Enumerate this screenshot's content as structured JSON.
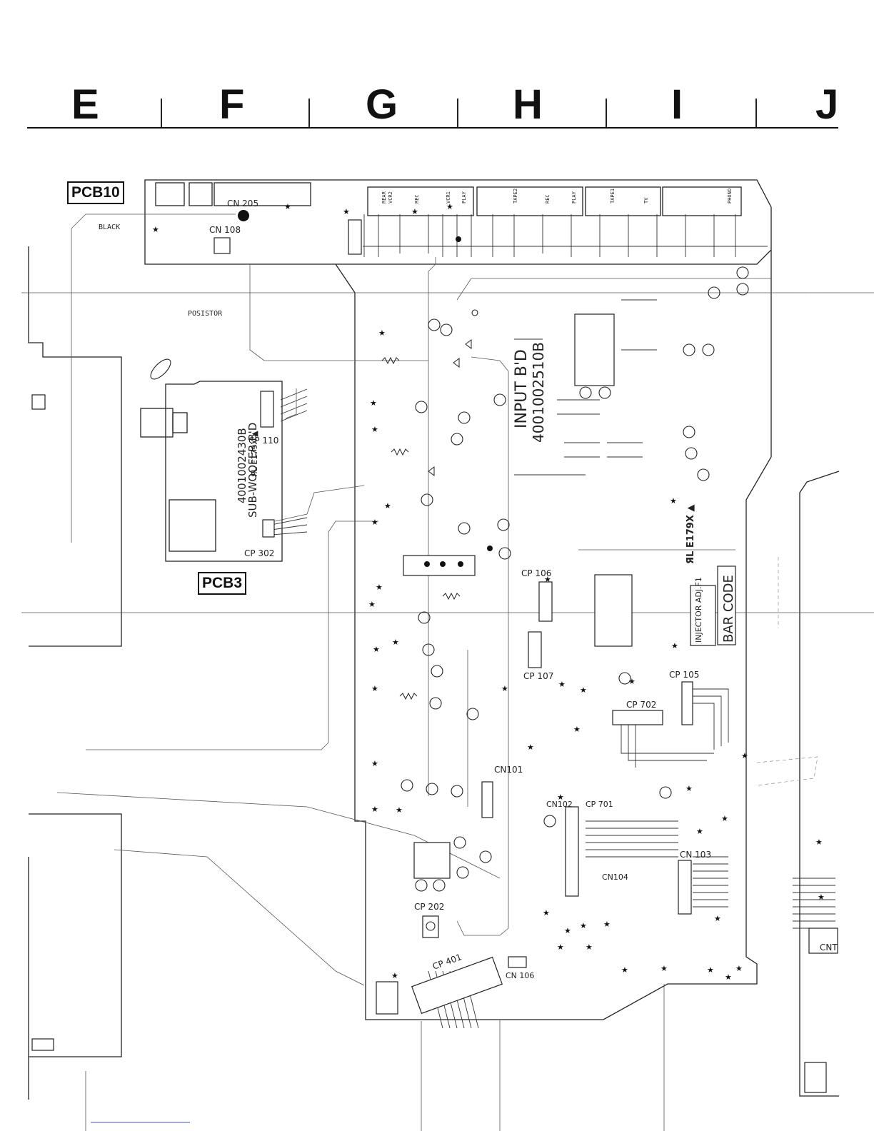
{
  "column_letters": [
    "E",
    "F",
    "G",
    "H",
    "I",
    "J"
  ],
  "boards": {
    "pcb10": "PCB10",
    "pcb3": "PCB3"
  },
  "labels": {
    "black": "BLACK",
    "posistor": "POSISTOR",
    "input_bd": "INPUT B'D",
    "input_bd_no": "4001002510B",
    "sub_woofer_bd": "SUB-WOOFER B'D",
    "sub_woofer_no": "4001002430B",
    "ul_mark_1": "ЯL E179X ▲",
    "ul_mark_2": "ЯL E179X ▲",
    "bar_code": "BAR CODE",
    "inj_label": "INJECTOR ADJ.F1"
  },
  "connectors": {
    "cn205": "CN 205",
    "cn108": "CN 108",
    "cp110": "CP 110",
    "cp302": "CP 302",
    "cp106": "CP 106",
    "cp107": "CP 107",
    "cp105": "CP 105",
    "cp702": "CP 702",
    "cn101": "CN101",
    "cn102": "CN102",
    "cp701": "CP 701",
    "cn103": "CN 103",
    "cn104": "CN104",
    "cp202": "CP 202",
    "cp401": "CP 401",
    "cn106": "CN 106",
    "cnt": "CNT"
  },
  "section_headers": [
    "REAR",
    "VCR2",
    "REC",
    "PLAY",
    "VCR1",
    "TAPE2",
    "REC",
    "PLAY",
    "TAPE1",
    "TV",
    "PHONO"
  ]
}
